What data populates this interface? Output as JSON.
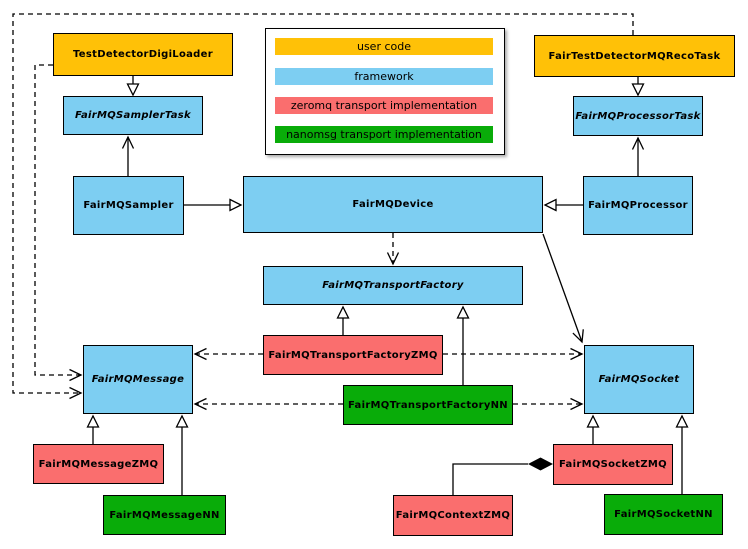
{
  "legend": {
    "items": [
      {
        "label": "user code",
        "color": "#FFC107"
      },
      {
        "label": "framework",
        "color": "#7DCEF2"
      },
      {
        "label": "zeromq transport implementation",
        "color": "#FA6E6E"
      },
      {
        "label": "nanomsg transport implementation",
        "color": "#09AC09"
      }
    ]
  },
  "nodes": {
    "testDetectorDigiLoader": {
      "label": "TestDetectorDigiLoader",
      "category": "user code"
    },
    "fairTestDetectorMQRecoTask": {
      "label": "FairTestDetectorMQRecoTask",
      "category": "user code"
    },
    "fairMQSamplerTask": {
      "label": "FairMQSamplerTask",
      "category": "framework",
      "abstract": true
    },
    "fairMQProcessorTask": {
      "label": "FairMQProcessorTask",
      "category": "framework",
      "abstract": true
    },
    "fairMQSampler": {
      "label": "FairMQSampler",
      "category": "framework"
    },
    "fairMQDevice": {
      "label": "FairMQDevice",
      "category": "framework"
    },
    "fairMQProcessor": {
      "label": "FairMQProcessor",
      "category": "framework"
    },
    "fairMQTransportFactory": {
      "label": "FairMQTransportFactory",
      "category": "framework",
      "abstract": true
    },
    "fairMQMessage": {
      "label": "FairMQMessage",
      "category": "framework",
      "abstract": true
    },
    "fairMQSocket": {
      "label": "FairMQSocket",
      "category": "framework",
      "abstract": true
    },
    "fairMQTransportFactoryZMQ": {
      "label": "FairMQTransportFactoryZMQ",
      "category": "zeromq transport implementation"
    },
    "fairMQTransportFactoryNN": {
      "label": "FairMQTransportFactoryNN",
      "category": "nanomsg transport implementation"
    },
    "fairMQMessageZMQ": {
      "label": "FairMQMessageZMQ",
      "category": "zeromq transport implementation"
    },
    "fairMQMessageNN": {
      "label": "FairMQMessageNN",
      "category": "nanomsg transport implementation"
    },
    "fairMQContextZMQ": {
      "label": "FairMQContextZMQ",
      "category": "zeromq transport implementation"
    },
    "fairMQSocketZMQ": {
      "label": "FairMQSocketZMQ",
      "category": "zeromq transport implementation"
    },
    "fairMQSocketNN": {
      "label": "FairMQSocketNN",
      "category": "nanomsg transport implementation"
    }
  },
  "edges": [
    {
      "from": "TestDetectorDigiLoader",
      "to": "FairMQSamplerTask",
      "type": "inheritance-hollow-triangle"
    },
    {
      "from": "FairTestDetectorMQRecoTask",
      "to": "FairMQProcessorTask",
      "type": "inheritance-hollow-triangle"
    },
    {
      "from": "FairMQSampler",
      "to": "FairMQSamplerTask",
      "type": "association-open-arrow"
    },
    {
      "from": "FairMQProcessor",
      "to": "FairMQProcessorTask",
      "type": "association-open-arrow"
    },
    {
      "from": "FairMQSampler",
      "to": "FairMQDevice",
      "type": "inheritance-hollow-triangle"
    },
    {
      "from": "FairMQProcessor",
      "to": "FairMQDevice",
      "type": "inheritance-hollow-triangle"
    },
    {
      "from": "FairMQDevice",
      "to": "FairMQTransportFactory",
      "type": "dependency-dashed-open-arrow"
    },
    {
      "from": "FairMQDevice",
      "to": "FairMQSocket",
      "type": "association-open-arrow"
    },
    {
      "from": "FairMQTransportFactoryZMQ",
      "to": "FairMQTransportFactory",
      "type": "inheritance-hollow-triangle"
    },
    {
      "from": "FairMQTransportFactoryNN",
      "to": "FairMQTransportFactory",
      "type": "inheritance-hollow-triangle"
    },
    {
      "from": "FairMQTransportFactoryZMQ",
      "to": "FairMQMessage",
      "type": "dependency-dashed-open-arrow"
    },
    {
      "from": "FairMQTransportFactoryZMQ",
      "to": "FairMQSocket",
      "type": "dependency-dashed-open-arrow"
    },
    {
      "from": "FairMQTransportFactoryNN",
      "to": "FairMQMessage",
      "type": "dependency-dashed-open-arrow"
    },
    {
      "from": "FairMQTransportFactoryNN",
      "to": "FairMQSocket",
      "type": "dependency-dashed-open-arrow"
    },
    {
      "from": "TestDetectorDigiLoader",
      "to": "FairMQMessage",
      "type": "dependency-dashed-open-arrow"
    },
    {
      "from": "FairTestDetectorMQRecoTask",
      "to": "FairMQMessage",
      "type": "dependency-dashed-open-arrow"
    },
    {
      "from": "FairMQMessageZMQ",
      "to": "FairMQMessage",
      "type": "inheritance-hollow-triangle"
    },
    {
      "from": "FairMQMessageNN",
      "to": "FairMQMessage",
      "type": "inheritance-hollow-triangle"
    },
    {
      "from": "FairMQSocketZMQ",
      "to": "FairMQSocket",
      "type": "inheritance-hollow-triangle"
    },
    {
      "from": "FairMQSocketNN",
      "to": "FairMQSocket",
      "type": "inheritance-hollow-triangle"
    },
    {
      "from": "FairMQContextZMQ",
      "to": "FairMQSocketZMQ",
      "type": "composition-filled-diamond"
    }
  ],
  "palette": {
    "background": "#FFFFFF",
    "border": "#000000",
    "text": "#000000",
    "user_code": "#FFC107",
    "framework": "#7DCEF2",
    "zeromq": "#FA6E6E",
    "nanomsg": "#09AC09"
  }
}
